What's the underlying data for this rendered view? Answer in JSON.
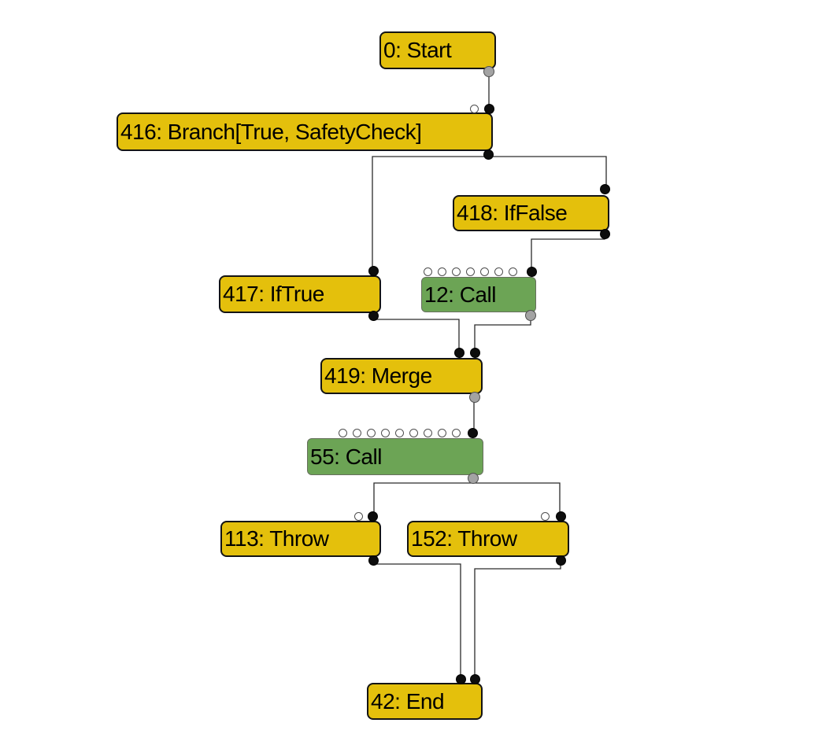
{
  "diagram": {
    "kind": "control-flow-graph",
    "background": "#ffffff",
    "colors": {
      "node_yellow_fill": "#e4c00c",
      "node_yellow_border": "#141414",
      "node_green_fill": "#6ca455",
      "node_green_border": "#676f5e",
      "edge_stroke": "#2b2b2b",
      "port_black": "#0d0d0d",
      "port_gray": "#a3a3a3",
      "port_white": "#ffffff",
      "text": "#000000"
    },
    "nodes": [
      {
        "id": "0",
        "label": "0: Start",
        "type": "start",
        "fill": "yellow",
        "param_ports": 0
      },
      {
        "id": "416",
        "label": "416: Branch[True, SafetyCheck]",
        "type": "branch",
        "fill": "yellow",
        "param_ports": 0
      },
      {
        "id": "418",
        "label": "418: IfFalse",
        "type": "branch-target",
        "fill": "yellow",
        "param_ports": 0
      },
      {
        "id": "417",
        "label": "417: IfTrue",
        "type": "branch-target",
        "fill": "yellow",
        "param_ports": 0
      },
      {
        "id": "12",
        "label": "12: Call",
        "type": "call",
        "fill": "green",
        "param_ports": 7
      },
      {
        "id": "419",
        "label": "419: Merge",
        "type": "merge",
        "fill": "yellow",
        "param_ports": 0
      },
      {
        "id": "55",
        "label": "55: Call",
        "type": "call",
        "fill": "green",
        "param_ports": 9
      },
      {
        "id": "113",
        "label": "113: Throw",
        "type": "throw",
        "fill": "yellow",
        "param_ports": 0
      },
      {
        "id": "152",
        "label": "152: Throw",
        "type": "throw",
        "fill": "yellow",
        "param_ports": 0
      },
      {
        "id": "42",
        "label": "42: End",
        "type": "end",
        "fill": "yellow",
        "param_ports": 0
      }
    ],
    "edges": [
      {
        "from": "0",
        "to": "416"
      },
      {
        "from": "416",
        "to": "417"
      },
      {
        "from": "416",
        "to": "418"
      },
      {
        "from": "418",
        "to": "12"
      },
      {
        "from": "417",
        "to": "419"
      },
      {
        "from": "12",
        "to": "419"
      },
      {
        "from": "419",
        "to": "55"
      },
      {
        "from": "55",
        "to": "113"
      },
      {
        "from": "55",
        "to": "152"
      },
      {
        "from": "113",
        "to": "42"
      },
      {
        "from": "152",
        "to": "42"
      }
    ]
  }
}
